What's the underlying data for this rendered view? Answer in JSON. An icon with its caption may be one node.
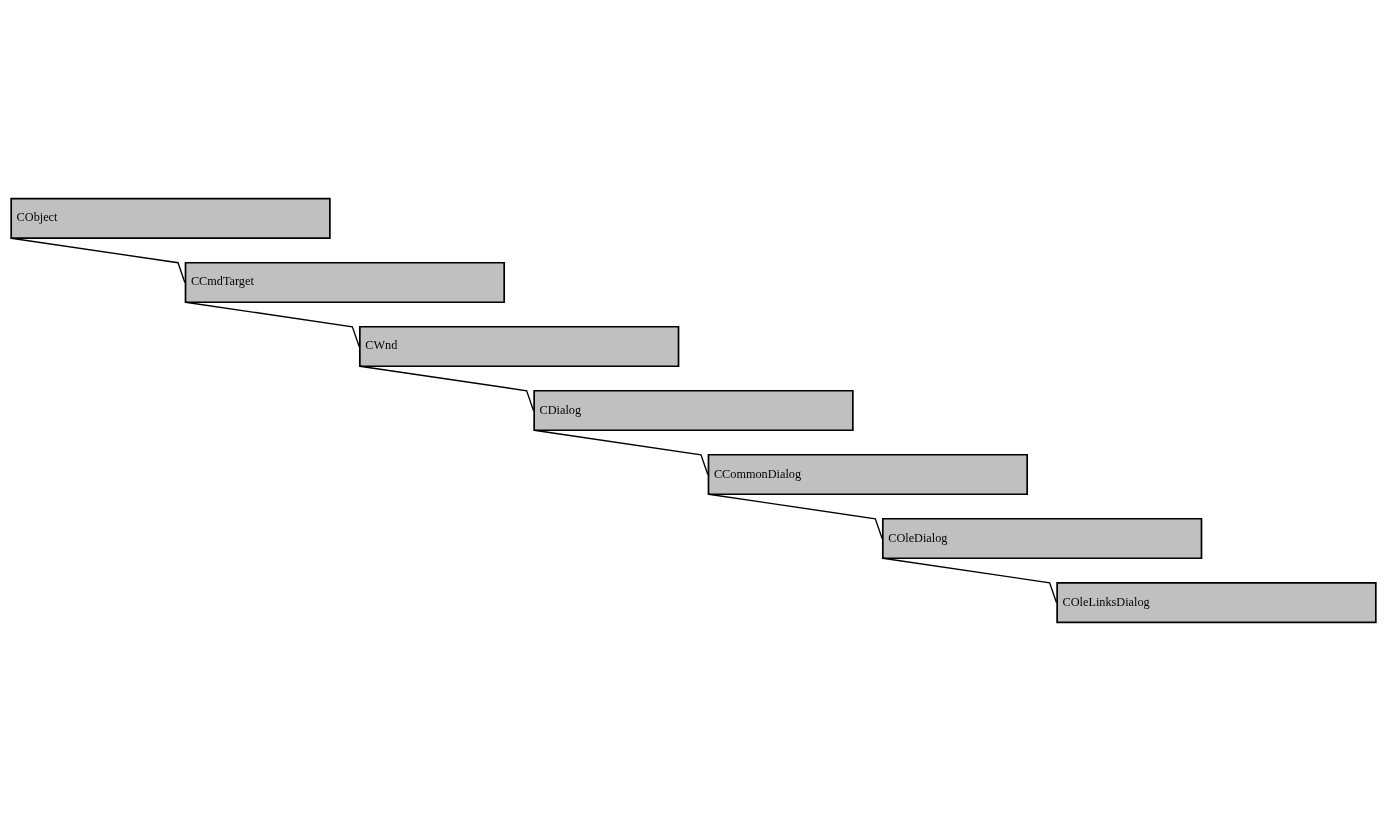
{
  "diagram": {
    "nodes": [
      {
        "text": [
          "CObject"
        ]
      },
      {
        "text": [
          "CCmdTarget"
        ]
      },
      {
        "text": [
          "CWnd"
        ]
      },
      {
        "text": [
          "CDialog"
        ]
      },
      {
        "text": [
          "CCommonDialog"
        ]
      },
      {
        "text": [
          "COleDialog"
        ]
      },
      {
        "text": [
          "COleLinksDialog"
        ]
      }
    ],
    "edges": [
      {
        "from": 0,
        "to": 1,
        "arrow": "none"
      },
      {
        "from": 1,
        "to": 2,
        "arrow": "none"
      },
      {
        "from": 2,
        "to": 3,
        "arrow": "none"
      },
      {
        "from": 3,
        "to": 4,
        "arrow": "none"
      },
      {
        "from": 4,
        "to": 5,
        "arrow": "none"
      },
      {
        "from": 5,
        "to": 6,
        "arrow": "none"
      }
    ]
  }
}
